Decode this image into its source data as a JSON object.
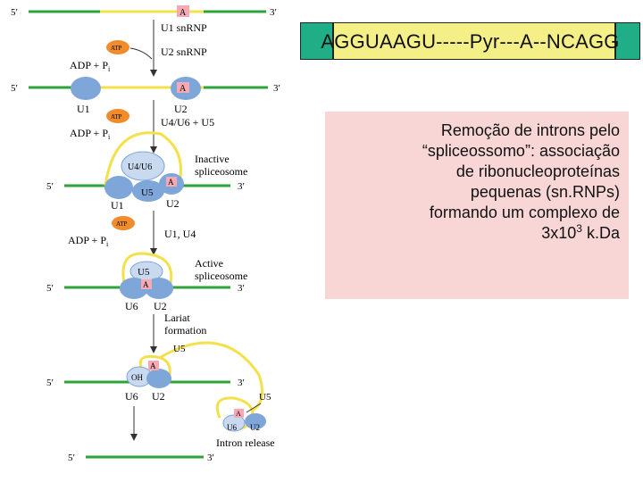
{
  "sequence": {
    "text": "AGGUAAGU-----Pyr---A--NCAGG"
  },
  "caption": {
    "line1": "Remoção de introns pelo",
    "line2": "“spliceossomo”: associação",
    "line3": "de ribonucleoproteínas",
    "line4": "pequenas (sn.RNPs)",
    "line5": "formando um complexo de",
    "line6_prefix": "3x10",
    "line6_exp": "3",
    "line6_suffix": " k.Da"
  },
  "diagram": {
    "five_prime": "5′",
    "three_prime": "3′",
    "branch_a": "A",
    "atp": "ATP",
    "adp_pi": "ADP + P",
    "pi_sub": "i",
    "step1_label": "U1 snRNP",
    "step2_label": "U2 snRNP",
    "u1": "U1",
    "u2": "U2",
    "step3_label": "U4/U6 + U5",
    "u4u6": "U4/U6",
    "u5": "U5",
    "u6": "U6",
    "inactive_1": "Inactive",
    "inactive_2": "spliceosome",
    "step4_label": "U1, U4",
    "active_1": "Active",
    "active_2": "spliceosome",
    "lariat_1": "Lariat",
    "lariat_2": "formation",
    "oh": "OH",
    "intron_release": "Intron release"
  },
  "colors": {
    "exon_green": "#2fa33a",
    "intron_yellow": "#f4e04a",
    "snrnp_blue": "#7fa6d8",
    "atp_orange": "#f08c2c",
    "branch_pink": "#f4a9b4",
    "caption_bg": "#f8d6d6",
    "seq_bg": "#f4ef86",
    "seq_ends": "#1fae86"
  }
}
